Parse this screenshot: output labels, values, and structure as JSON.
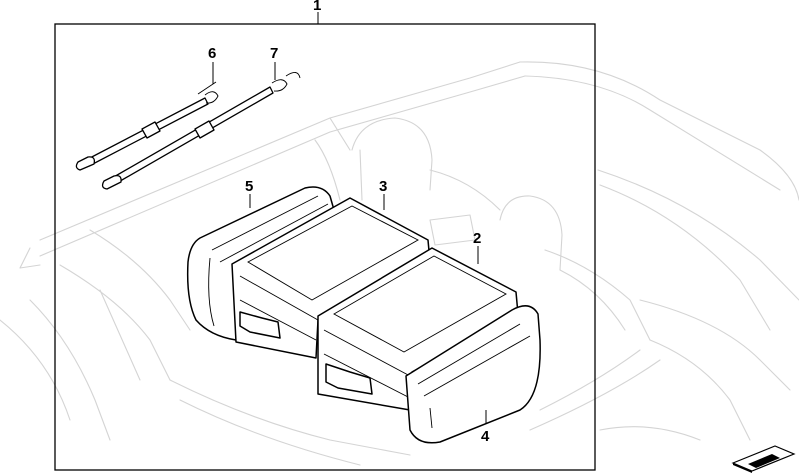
{
  "callouts": {
    "c1": "1",
    "c2": "2",
    "c3": "3",
    "c4": "4",
    "c5": "5",
    "c6": "6",
    "c7": "7"
  },
  "colors": {
    "line": "#000000",
    "car_outline": "#d4d4d4",
    "bag_fill": "#ffffff"
  },
  "icons": {
    "corner": "diagram-type-icon"
  }
}
